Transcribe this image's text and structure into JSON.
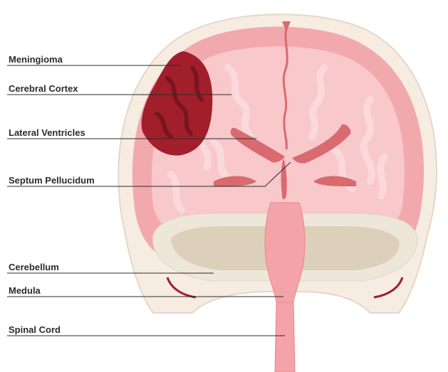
{
  "diagram": {
    "labels": {
      "meningioma": "Meningioma",
      "cerebral_cortex": "Cerebral Cortex",
      "lateral_ventricles": "Lateral Ventricles",
      "septum_pellucidum": "Septum Pellucidum",
      "cerebellum": "Cerebellum",
      "medula": "Medula",
      "spinal_cord": "Spinal Cord"
    },
    "colors": {
      "skull": "#f6ece2",
      "outer_brain": "#f2a9ad",
      "cortex_fill": "#f8c8cb",
      "gyri_highlight": "#fbd9db",
      "ventricles": "#d96a6f",
      "tumor": "#a11f2a",
      "tumor_dark": "#7a1420",
      "cerebellum": "#eee6d8",
      "cerebellum_inner": "#ddd0bb",
      "brainstem": "#f4a3a8",
      "leader_line": "#2b2b2b"
    }
  }
}
